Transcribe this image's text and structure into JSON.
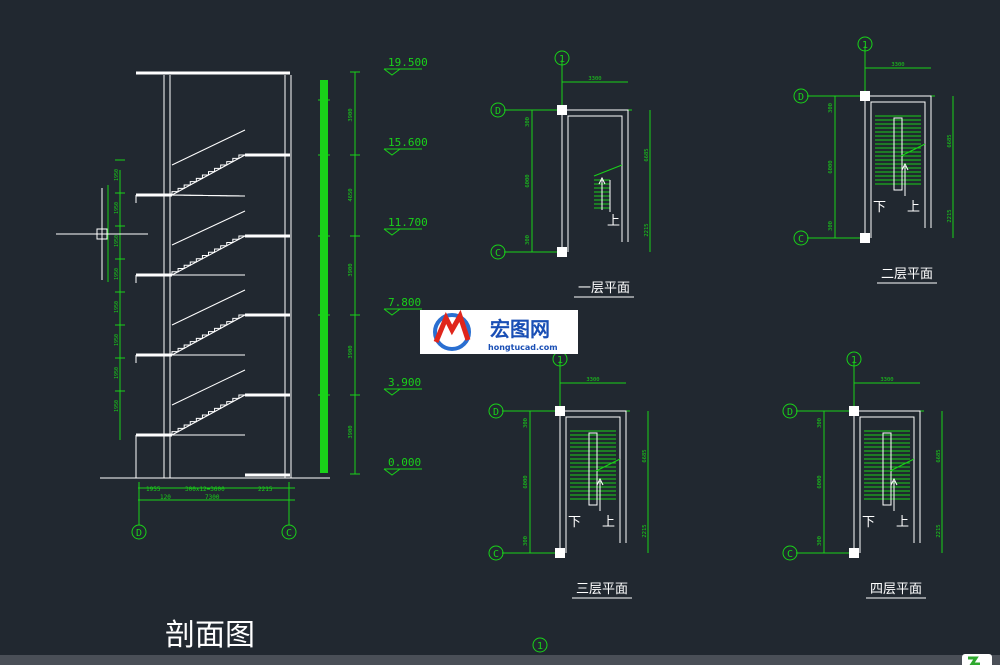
{
  "section": {
    "title": "剖面图",
    "elevations": [
      "19.500",
      "15.600",
      "11.700",
      "7.800",
      "3.900",
      "0.000"
    ],
    "dim_right": [
      "3900",
      "4650",
      "3900",
      "3900",
      "3900"
    ],
    "dim_left": [
      "1950",
      "1950",
      "1950",
      "1950",
      "1950",
      "1950",
      "1950",
      "1950"
    ],
    "bottom_dims": [
      "1955",
      "300x12=3600",
      "2215"
    ],
    "bottom_sub": [
      "120",
      "7300"
    ],
    "axes": [
      "D",
      "C"
    ]
  },
  "plans": [
    {
      "title": "一层平面",
      "axis_top": "1",
      "axis_d": "D",
      "axis_c": "C",
      "width_dim": "3300",
      "left_dims": [
        "300",
        "6000",
        "300"
      ],
      "right_dims": [
        "6685",
        "2215"
      ],
      "labels": [
        "上"
      ]
    },
    {
      "title": "二层平面",
      "axis_top": "1",
      "axis_d": "D",
      "axis_c": "C",
      "width_dim": "3300",
      "left_dims": [
        "300",
        "6000",
        "300"
      ],
      "right_dims": [
        "6685",
        "2215"
      ],
      "labels": [
        "下",
        "上"
      ]
    },
    {
      "title": "三层平面",
      "axis_top": "1",
      "axis_d": "D",
      "axis_c": "C",
      "width_dim": "3300",
      "left_dims": [
        "300",
        "6000",
        "300"
      ],
      "right_dims": [
        "6685",
        "2215"
      ],
      "labels": [
        "下",
        "上"
      ]
    },
    {
      "title": "四层平面",
      "axis_top": "1",
      "axis_d": "D",
      "axis_c": "C",
      "width_dim": "3300",
      "left_dims": [
        "300",
        "6000",
        "300"
      ],
      "right_dims": [
        "6685",
        "2215"
      ],
      "labels": [
        "下",
        "上"
      ]
    }
  ],
  "bottom_axis": "1",
  "watermark": {
    "name": "宏图网",
    "url": "hongtucad.com"
  },
  "colors": {
    "background": "#212830",
    "line_green": "#19d219",
    "line_white": "#ffffff",
    "logo_red": "#e0261c",
    "logo_blue": "#2a6fd1"
  }
}
